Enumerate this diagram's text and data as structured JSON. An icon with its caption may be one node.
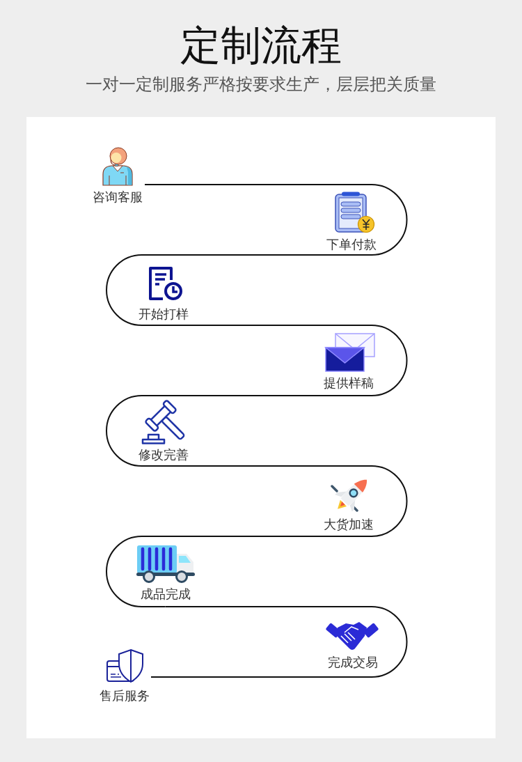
{
  "diagram": {
    "title": "定制流程",
    "nodes": [
      {
        "text": [
          "咨询客服"
        ]
      },
      {
        "text": [
          "下单付款"
        ]
      },
      {
        "text": [
          "开始打样"
        ]
      },
      {
        "text": [
          "提供样稿"
        ]
      },
      {
        "text": [
          "修改完善"
        ]
      },
      {
        "text": [
          "大货加速"
        ]
      },
      {
        "text": [
          "成品完成"
        ]
      },
      {
        "text": [
          "完成交易"
        ]
      },
      {
        "text": [
          "售后服务"
        ]
      }
    ],
    "edges": [
      {
        "from": 0,
        "to": 1,
        "arrow": "none"
      },
      {
        "from": 1,
        "to": 2,
        "arrow": "none"
      },
      {
        "from": 2,
        "to": 3,
        "arrow": "none"
      },
      {
        "from": 3,
        "to": 4,
        "arrow": "none"
      },
      {
        "from": 4,
        "to": 5,
        "arrow": "none"
      },
      {
        "from": 5,
        "to": 6,
        "arrow": "none"
      },
      {
        "from": 6,
        "to": 7,
        "arrow": "none"
      },
      {
        "from": 7,
        "to": 8,
        "arrow": "none"
      }
    ],
    "labels": [
      "一对一定制服务严格按要求生产，层层把关质量"
    ]
  }
}
